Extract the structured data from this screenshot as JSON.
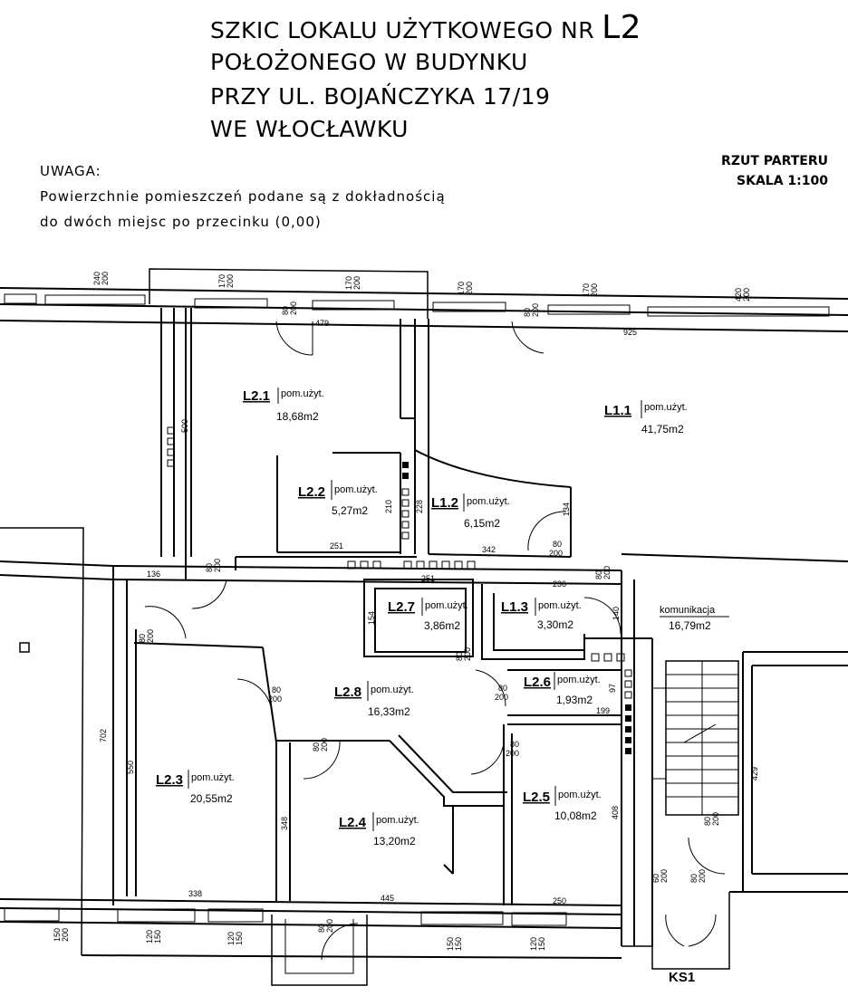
{
  "header": {
    "title_line1": "SZKIC LOKALU UŻYTKOWEGO NR",
    "unit_no": "L2",
    "title_line2": "POŁOŻONEGO W BUDYNKU",
    "title_line3": "PRZY UL. BOJAŃCZYKA 17/19",
    "title_line4": "WE WŁOCŁAWKU"
  },
  "note": {
    "heading": "UWAGA:",
    "line1": "Powierzchnie pomieszczeń podane są z dokładnością",
    "line2": "do dwóch miejsc po przecinku (0,00)"
  },
  "view": {
    "name": "RZUT PARTERU",
    "scale": "SKALA 1:100"
  },
  "rooms": [
    {
      "id": "L2.1",
      "type": "pom.użyt.",
      "area": "18,68m2"
    },
    {
      "id": "L1.1",
      "type": "pom.użyt.",
      "area": "41,75m2"
    },
    {
      "id": "L2.2",
      "type": "pom.użyt.",
      "area": "5,27m2"
    },
    {
      "id": "L1.2",
      "type": "pom.użyt.",
      "area": "6,15m2"
    },
    {
      "id": "L2.7",
      "type": "pom.użyt.",
      "area": "3,86m2"
    },
    {
      "id": "L1.3",
      "type": "pom.użyt.",
      "area": "3,30m2"
    },
    {
      "id": "L2.8",
      "type": "pom.użyt.",
      "area": "16,33m2"
    },
    {
      "id": "L2.6",
      "type": "pom.użyt.",
      "area": "1,93m2"
    },
    {
      "id": "L2.3",
      "type": "pom.użyt.",
      "area": "20,55m2"
    },
    {
      "id": "L2.4",
      "type": "pom.użyt.",
      "area": "13,20m2"
    },
    {
      "id": "L2.5",
      "type": "pom.użyt.",
      "area": "10,08m2"
    }
  ],
  "corridor": {
    "name": "komunikacja",
    "area": "16,79m2"
  },
  "stair_label": "KS1",
  "dimensions": {
    "d479": "479",
    "d925": "925",
    "d500": "500",
    "d210": "210",
    "d228": "228",
    "d251a": "251",
    "d342": "342",
    "d134": "134",
    "d136": "136",
    "d251b": "251",
    "d236": "236",
    "d154": "154",
    "d140": "140",
    "d97": "97",
    "d199": "199",
    "d702": "702",
    "d550": "550",
    "d348": "348",
    "d408": "408",
    "d429": "429",
    "d338": "338",
    "d445": "445",
    "d250": "250"
  },
  "windows": {
    "w240": "240",
    "w170a": "170",
    "w170b": "170",
    "w170c": "170",
    "w170d": "170",
    "w420": "420",
    "w150a": "150",
    "w120a": "120",
    "w120b": "120",
    "w150b": "150",
    "w120c": "120",
    "h200": "200"
  },
  "doors": {
    "dw80": "80",
    "dh200": "200",
    "dw60": "60"
  }
}
